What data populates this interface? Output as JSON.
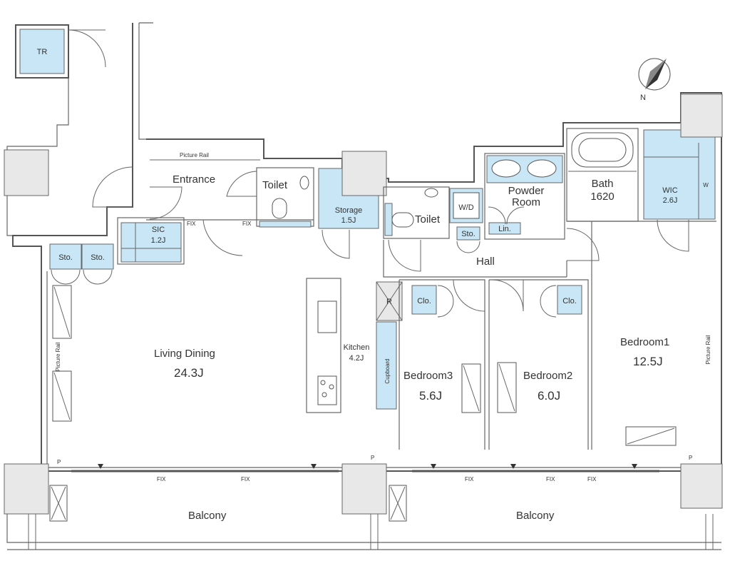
{
  "rooms": {
    "tr": "TR",
    "entrance": "Entrance",
    "picture_rail_top": "Picture Rail",
    "toilet_1": "Toilet",
    "toilet_2": "Toilet",
    "storage": "Storage",
    "storage_area": "1.5J",
    "sic": "SIC",
    "sic_area": "1.2J",
    "sto_1": "Sto.",
    "sto_2": "Sto.",
    "sto_3": "Sto.",
    "wd": "W/D",
    "powder_room_1": "Powder",
    "powder_room_2": "Room",
    "lin": "Lin.",
    "bath": "Bath",
    "bath_size": "1620",
    "wic": "WIC",
    "wic_area": "2.6J",
    "w_mark": "W",
    "hall": "Hall",
    "living_dining": "Living Dining",
    "living_dining_area": "24.3J",
    "picture_rail_left": "Picture Rail",
    "kitchen": "Kitchen",
    "kitchen_area": "4.2J",
    "cupboard": "Cupboard",
    "r_mark": "R",
    "clo_1": "Clo.",
    "clo_2": "Clo.",
    "bedroom3": "Bedroom3",
    "bedroom3_area": "5.6J",
    "bedroom2": "Bedroom2",
    "bedroom2_area": "6.0J",
    "bedroom1": "Bedroom1",
    "bedroom1_area": "12.5J",
    "picture_rail_right": "Picture Rail",
    "balcony_left": "Balcony",
    "balcony_right": "Balcony",
    "north": "N"
  },
  "marks": {
    "fix": "FIX",
    "p": "P"
  }
}
